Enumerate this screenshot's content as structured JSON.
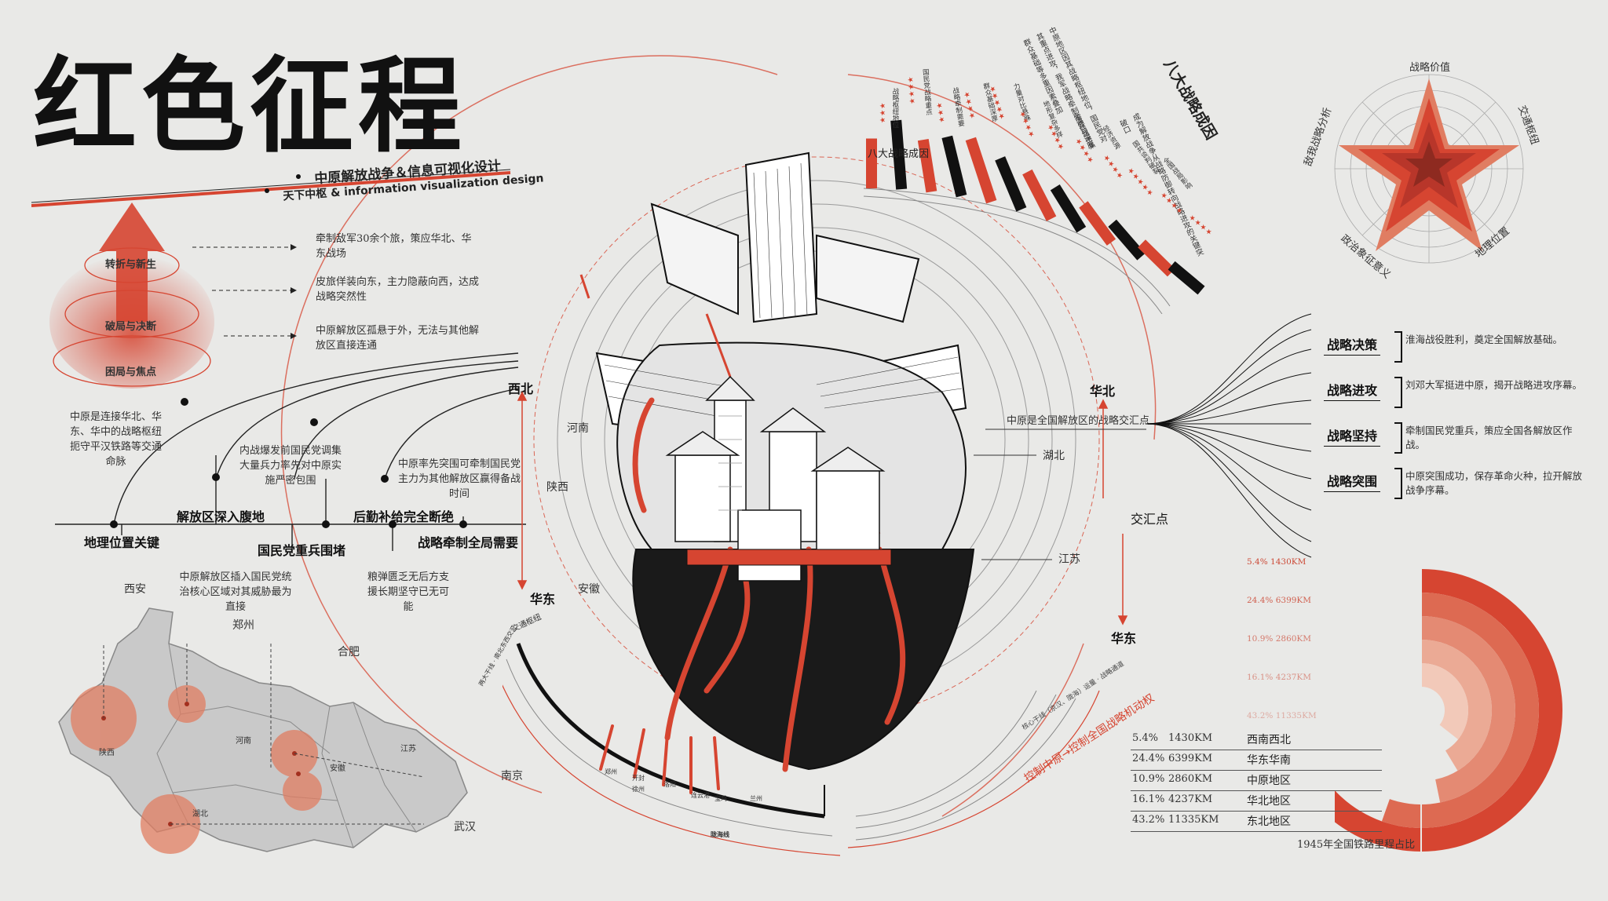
{
  "title": "红色征程",
  "subtitle": {
    "line1": "中原解放战争＆信息可视化设计",
    "line2": "天下中枢 & information visualization design"
  },
  "pyramid": {
    "levels": [
      "转折与新生",
      "破局与决断",
      "困局与焦点"
    ],
    "notes": [
      "牵制敌军30余个旅，策应华北、华东战场",
      "皮旅佯装向东，主力隐蔽向西，达成战略突然性",
      "中原解放区孤悬于外，无法与其他解放区直接连通"
    ]
  },
  "timeline": {
    "upper_labels": [
      "解放区深入腹地",
      "后勤补给完全断绝"
    ],
    "lower_labels": [
      "地理位置关键",
      "国民党重兵围堵",
      "战略牵制全局需要"
    ],
    "notes_above": [
      "中原是连接华北、华东、华中的战略枢纽扼守平汉铁路等交通命脉",
      "内战爆发前国民党调集大量兵力率先对中原实施严密包围",
      "中原率先突围可牵制国民党主力为其他解放区赢得备战时间"
    ],
    "notes_below": [
      "中原解放区插入国民党统治核心区域对其威胁最为直接",
      "粮弹匮乏无后方支援长期坚守已无可能"
    ]
  },
  "map": {
    "cities": [
      "西安",
      "郑州",
      "合肥",
      "南京",
      "武汉"
    ],
    "provinces": [
      "陕西",
      "河南",
      "安徽",
      "江苏",
      "湖北"
    ],
    "bubble_color": "#e07d62"
  },
  "heart": {
    "directions": [
      "西北",
      "华北",
      "华东",
      "华东"
    ],
    "provinces": [
      "河南",
      "陕西",
      "安徽",
      "湖北",
      "江苏"
    ],
    "caption": "中原是全国解放区的战略交汇点",
    "junction": "交汇点",
    "arc_text": "控制中原→控制全国战略机动权",
    "arc_text_small": "核心干线（京汉、陇海）运量 · 战略通道",
    "hub_label": "交通枢纽",
    "hub_small": "两大干线 · 南北东西交汇",
    "stations": [
      "郑州",
      "开封",
      "洛阳",
      "兰州",
      "徐州",
      "连云港",
      "宝鸡",
      "陇海线"
    ]
  },
  "factors": {
    "title": "八大战略成因",
    "title_small": "八大战略成因",
    "intro": "中原地区因其战略枢纽地位，国民党对其重点进攻，我军战略牵制需要与深厚群众基础等多重因素叠加",
    "intro2": "成为解放战争从战略防御转向战略进攻的关键突破口",
    "items": [
      {
        "label": "战略枢纽地位",
        "stars": 3,
        "value": 0.55
      },
      {
        "label": "国民党战略重点",
        "stars": 4,
        "value": 0.9
      },
      {
        "label": "战略牵制需要",
        "stars": 3,
        "value": 0.6
      },
      {
        "label": "群众基础深厚",
        "stars": 4,
        "value": 0.75
      },
      {
        "label": "力量对比悬殊",
        "stars": 5,
        "value": 0.85
      },
      {
        "label": "地形复杂多样",
        "stars": 4,
        "value": 0.65
      },
      {
        "label": "交通线路密集",
        "stars": 4,
        "value": 0.6
      },
      {
        "label": "经济资源",
        "stars": 4,
        "value": 0.55
      },
      {
        "label": "国共谈判破裂",
        "stars": 4,
        "value": 0.5
      },
      {
        "label": "全国战局影响",
        "stars": 5,
        "value": 0.45
      },
      {
        "label": "",
        "stars": 4,
        "value": 0.4
      },
      {
        "label": "",
        "stars": 4,
        "value": 0.35
      }
    ]
  },
  "radar": {
    "axes": [
      "战略价值",
      "交通枢纽",
      "地理位置",
      "政治象征意义",
      "敌我战略分析"
    ],
    "color": "#d64531"
  },
  "strategy": [
    {
      "head": "战略决策",
      "desc": "淮海战役胜利，奠定全国解放基础。"
    },
    {
      "head": "战略进攻",
      "desc": "刘邓大军挺进中原，揭开战略进攻序幕。"
    },
    {
      "head": "战略坚持",
      "desc": "牵制国民党重兵，策应全国各解放区作战。"
    },
    {
      "head": "战略突围",
      "desc": "中原突围成功，保存革命火种，拉开解放战争序幕。"
    }
  ],
  "railway": {
    "title": "1945年全国铁路里程占比",
    "rows": [
      {
        "pct": "5.4%",
        "km": "1430KM",
        "region": "西南西北",
        "share": 5.4
      },
      {
        "pct": "24.4%",
        "km": "6399KM",
        "region": "华东华南",
        "share": 24.4
      },
      {
        "pct": "10.9%",
        "km": "2860KM",
        "region": "中原地区",
        "share": 10.9
      },
      {
        "pct": "16.1%",
        "km": "4237KM",
        "region": "华北地区",
        "share": 16.1
      },
      {
        "pct": "43.2%",
        "km": "11335KM",
        "region": "东北地区",
        "share": 43.2
      }
    ],
    "colors": [
      "#d64531",
      "#dd6a52",
      "#e48a73",
      "#ebaa95",
      "#f2c9b9"
    ]
  }
}
